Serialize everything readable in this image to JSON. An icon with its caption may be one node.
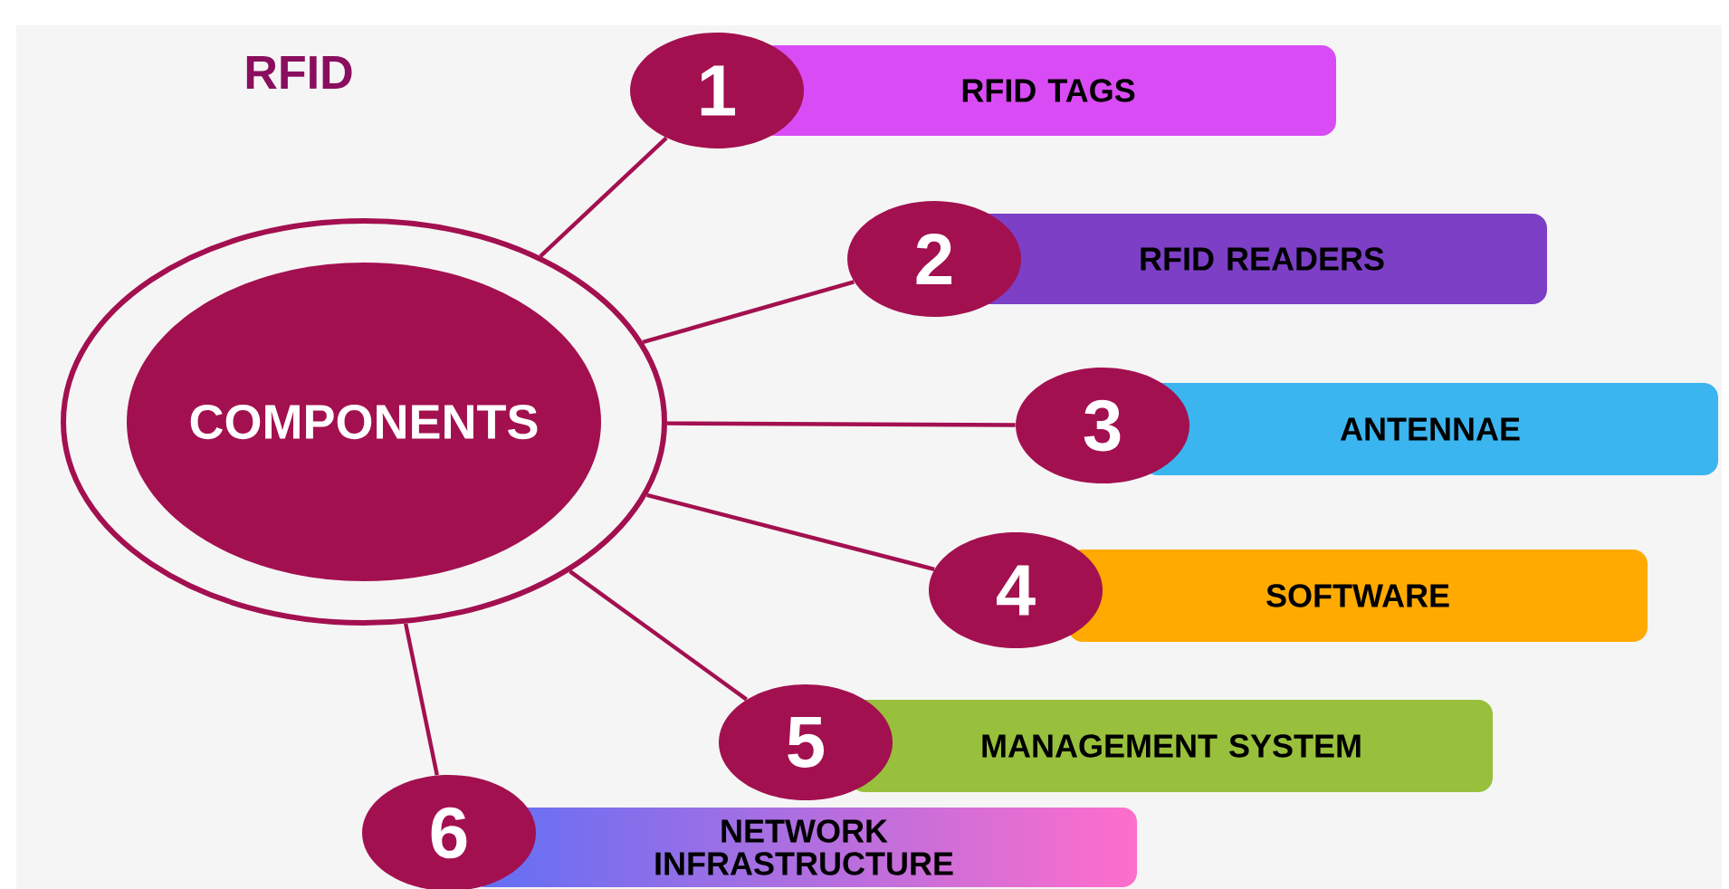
{
  "diagram": {
    "title": "RFID",
    "nodes": [
      {
        "text": [
          "COMPONENTS"
        ]
      },
      {
        "text": [
          "1"
        ]
      },
      {
        "text": [
          "RFID TAGS"
        ]
      },
      {
        "text": [
          "2"
        ]
      },
      {
        "text": [
          "RFID READERS"
        ]
      },
      {
        "text": [
          "3"
        ]
      },
      {
        "text": [
          "ANTENNAE"
        ]
      },
      {
        "text": [
          "4"
        ]
      },
      {
        "text": [
          "SOFTWARE"
        ]
      },
      {
        "text": [
          "5"
        ]
      },
      {
        "text": [
          "MANAGEMENT SYSTEM"
        ]
      },
      {
        "text": [
          "6"
        ]
      },
      {
        "text": [
          "NETWORK INFRASTRUCTURE"
        ]
      }
    ],
    "edges": [
      {
        "from": 0,
        "to": 1,
        "arrow": "none"
      },
      {
        "from": 0,
        "to": 3,
        "arrow": "none"
      },
      {
        "from": 0,
        "to": 5,
        "arrow": "none"
      },
      {
        "from": 0,
        "to": 7,
        "arrow": "none"
      },
      {
        "from": 0,
        "to": 9,
        "arrow": "none"
      },
      {
        "from": 0,
        "to": 11,
        "arrow": "none"
      }
    ]
  }
}
